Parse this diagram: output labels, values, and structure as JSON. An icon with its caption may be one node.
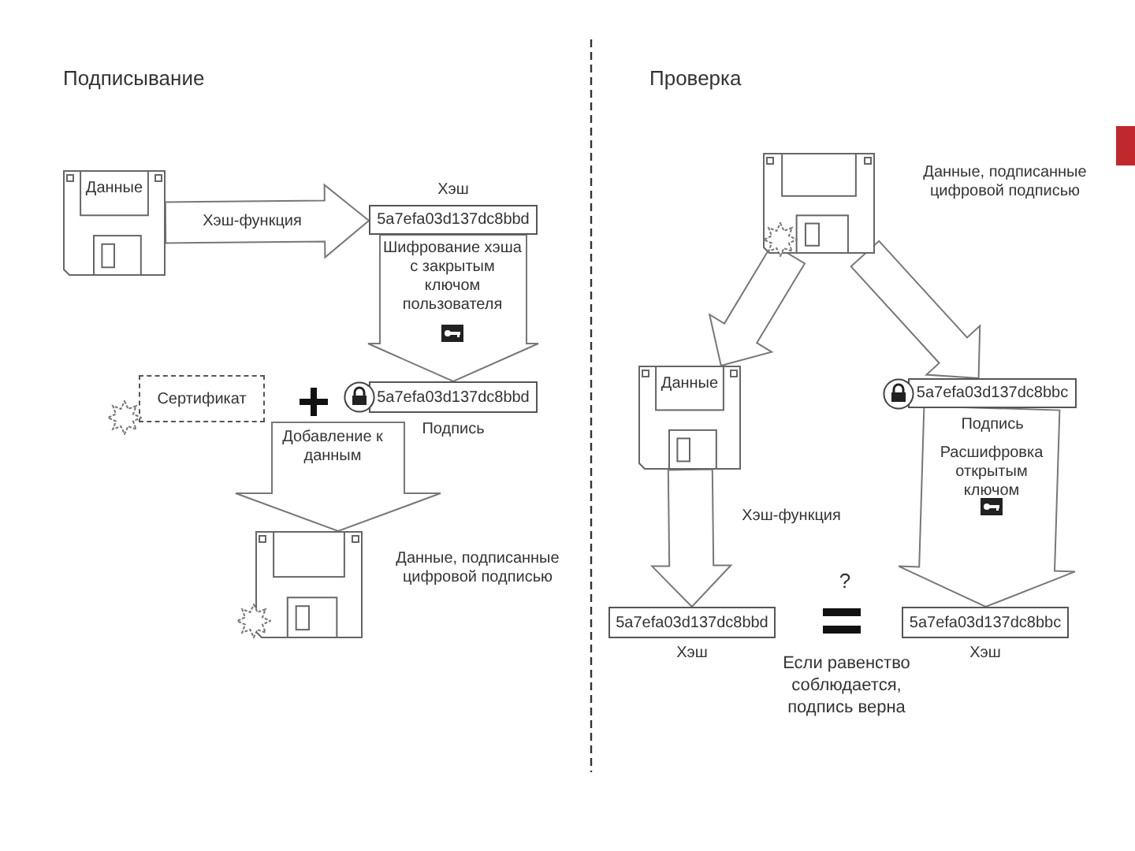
{
  "diagram": {
    "nodes": [
      {
        "text": [
          "Данные"
        ]
      },
      {
        "text": [
          "5a7efa03d137dc8bbd"
        ],
        "beside": [
          "Хэш"
        ]
      },
      {
        "text": [
          "Сертификат"
        ]
      },
      {
        "text": [
          "5a7efa03d137dc8bbd"
        ],
        "beside": [
          "Подпись"
        ]
      },
      {
        "text": [],
        "shape": "disk",
        "beside": [
          "Данные, подписанные цифровой подписью"
        ]
      },
      {
        "text": [],
        "shape": "disk",
        "beside": [
          "Данные, подписанные цифровой подписью"
        ]
      },
      {
        "text": [
          "Данные"
        ]
      },
      {
        "text": [
          "5a7efa03d137dc8bbc"
        ],
        "beside": [
          "Подпись"
        ]
      },
      {
        "text": [
          "5a7efa03d137dc8bbd"
        ],
        "beside": [
          "Хэш"
        ]
      },
      {
        "text": [
          "5a7efa03d137dc8bbc"
        ],
        "beside": [
          "Хэш"
        ]
      }
    ],
    "edges": [
      {
        "from": 0,
        "to": 1,
        "arrow": "to",
        "label": "Хэш-функция"
      },
      {
        "from": 1,
        "to": 3,
        "arrow": "to",
        "label": "Шифрование хэша с закрытым ключом пользователя"
      },
      {
        "from": 2,
        "to": 4,
        "arrow": "to"
      },
      {
        "from": 3,
        "to": 4,
        "arrow": "to",
        "label": "Добавление к данным"
      },
      {
        "from": 5,
        "to": 6,
        "arrow": "to"
      },
      {
        "from": 5,
        "to": 7,
        "arrow": "to"
      },
      {
        "from": 6,
        "to": 8,
        "arrow": "to",
        "label": "Хэш-функция"
      },
      {
        "from": 7,
        "to": 9,
        "arrow": "to",
        "label": "Расшифровка открытым ключом"
      }
    ],
    "labels": [
      "Подписывание",
      "Проверка",
      "?",
      "Если равенство соблюдается, подпись верна"
    ]
  }
}
